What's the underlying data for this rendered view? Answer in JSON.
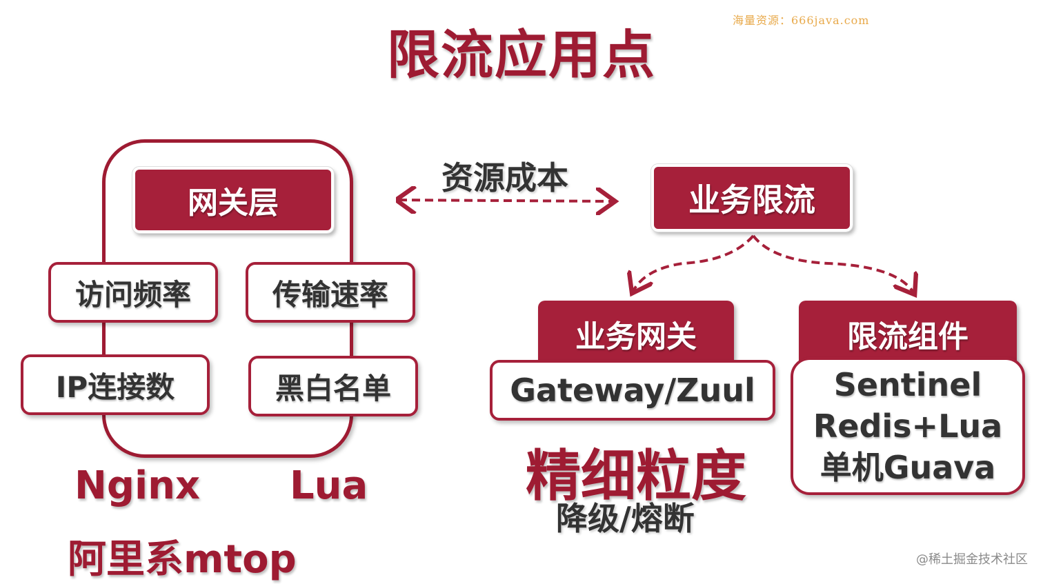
{
  "title": "限流应用点",
  "watermark_top": "海量资源：666java.com",
  "watermark_bottom": "@稀土掘金技术社区",
  "gateway_layer": {
    "label": "网关层",
    "items": [
      "访问频率",
      "传输速率",
      "IP连接数",
      "黑白名单"
    ],
    "tech": [
      "Nginx",
      "Lua",
      "阿里系mtop"
    ]
  },
  "connector_label": "资源成本",
  "business_limit": {
    "label": "业务限流",
    "business_gateway": {
      "label": "业务网关",
      "impl": "Gateway/Zuul"
    },
    "limit_component": {
      "label": "限流组件",
      "impl": [
        "Sentinel",
        "Redis+Lua",
        "单机Guava"
      ]
    },
    "granularity": "精细粒度",
    "fallback": "降级/熔断"
  },
  "colors": {
    "primary": "#a6203a",
    "title": "#9e1b32",
    "text": "#333333",
    "watermark": "#e8a94a"
  }
}
